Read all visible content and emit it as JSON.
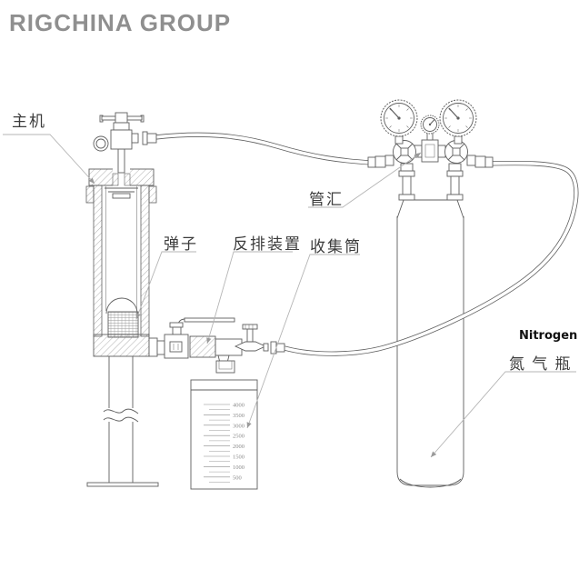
{
  "title": "RIGCHINA GROUP",
  "colors": {
    "title_gray": "#8f8f8f",
    "line_gray": "#5f5f5f",
    "leader_gray": "#b5b5b5",
    "label_dark": "#3c3c3c",
    "background": "#ffffff"
  },
  "labels": {
    "main_machine": "主机",
    "ball": "弹子",
    "back_discharge": "反排装置",
    "collector": "收集筒",
    "manifold": "管汇",
    "nitrogen_en": "Nitrogen",
    "nitrogen_cn": "氮 气 瓶"
  },
  "collector": {
    "graduations": [
      4000,
      3500,
      3000,
      2500,
      2000,
      1500,
      1000,
      500
    ]
  }
}
